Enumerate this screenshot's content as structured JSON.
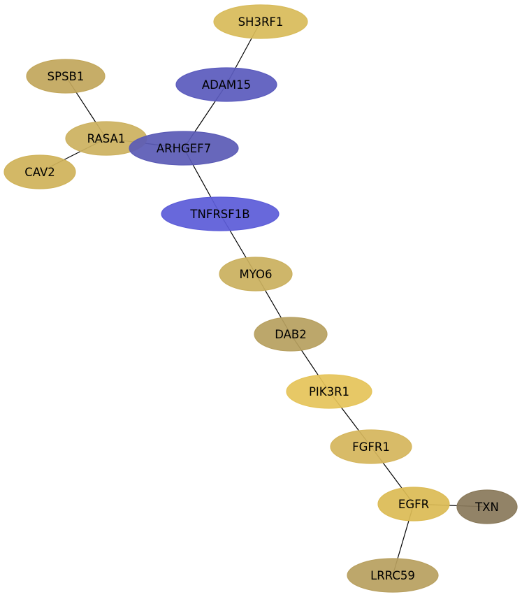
{
  "nodes": [
    {
      "id": "SH3RF1",
      "label": "SH3RF1",
      "color": "#d8bb5a"
    },
    {
      "id": "SPSB1",
      "label": "SPSB1",
      "color": "#c2a75c"
    },
    {
      "id": "ADAM15",
      "label": "ADAM15",
      "color": "#5b5bbd"
    },
    {
      "id": "RASA1",
      "label": "RASA1",
      "color": "#ccb160"
    },
    {
      "id": "ARHGEF7",
      "label": "ARHGEF7",
      "color": "#5b5bb6"
    },
    {
      "id": "CAV2",
      "label": "CAV2",
      "color": "#d0b35a"
    },
    {
      "id": "TNFRSF1B",
      "label": "TNFRSF1B",
      "color": "#5d5dd8"
    },
    {
      "id": "MYO6",
      "label": "MYO6",
      "color": "#cab05f"
    },
    {
      "id": "DAB2",
      "label": "DAB2",
      "color": "#b7a060"
    },
    {
      "id": "PIK3R1",
      "label": "PIK3R1",
      "color": "#e5c45a"
    },
    {
      "id": "FGFR1",
      "label": "FGFR1",
      "color": "#d5b65d"
    },
    {
      "id": "EGFR",
      "label": "EGFR",
      "color": "#dcbb55"
    },
    {
      "id": "TXN",
      "label": "TXN",
      "color": "#8a7a5b"
    },
    {
      "id": "LRRC59",
      "label": "LRRC59",
      "color": "#b8a060"
    }
  ],
  "edges": [
    [
      "SH3RF1",
      "ADAM15"
    ],
    [
      "ADAM15",
      "ARHGEF7"
    ],
    [
      "SPSB1",
      "RASA1"
    ],
    [
      "RASA1",
      "ARHGEF7"
    ],
    [
      "RASA1",
      "CAV2"
    ],
    [
      "ARHGEF7",
      "TNFRSF1B"
    ],
    [
      "TNFRSF1B",
      "MYO6"
    ],
    [
      "MYO6",
      "DAB2"
    ],
    [
      "DAB2",
      "PIK3R1"
    ],
    [
      "PIK3R1",
      "FGFR1"
    ],
    [
      "FGFR1",
      "EGFR"
    ],
    [
      "EGFR",
      "TXN"
    ],
    [
      "EGFR",
      "LRRC59"
    ]
  ]
}
